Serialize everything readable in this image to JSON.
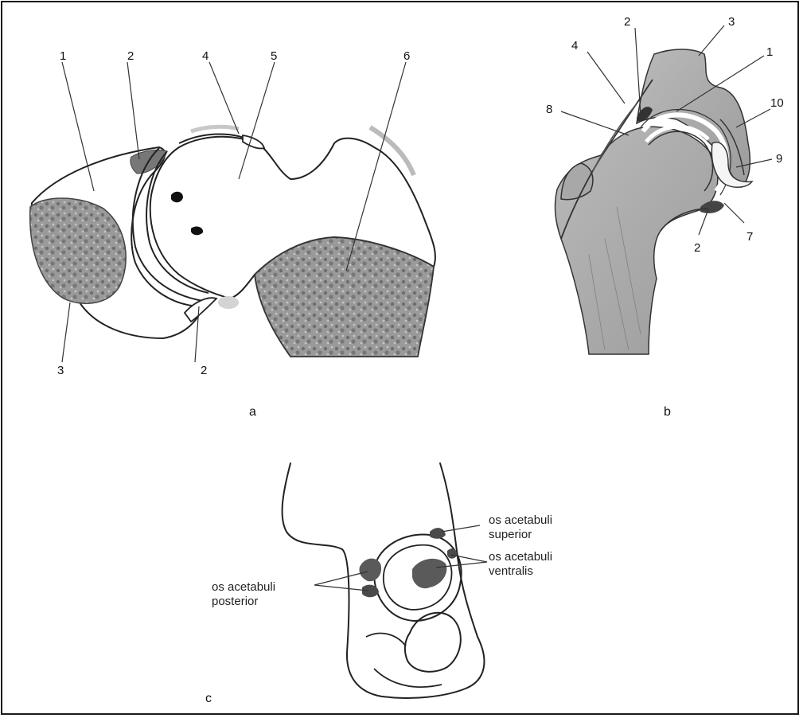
{
  "figure": {
    "panel_a": {
      "caption": "a",
      "labels": [
        "1",
        "2",
        "4",
        "5",
        "6",
        "3",
        "2"
      ]
    },
    "panel_b": {
      "caption": "b",
      "labels": [
        "2",
        "3",
        "4",
        "1",
        "8",
        "10",
        "9",
        "2",
        "7"
      ]
    },
    "panel_c": {
      "caption": "c",
      "terms": {
        "superior_line1": "os acetabuli",
        "superior_line2": "superior",
        "ventralis_line1": "os acetabuli",
        "ventralis_line2": "ventralis",
        "posterior_line1": "os acetabuli",
        "posterior_line2": "posterior"
      }
    }
  },
  "colors": {
    "bone_shade": "#9a9a9a",
    "cancellous": "#8c8c8c",
    "ossicle": "#5a5a5a",
    "outline": "#222222"
  }
}
